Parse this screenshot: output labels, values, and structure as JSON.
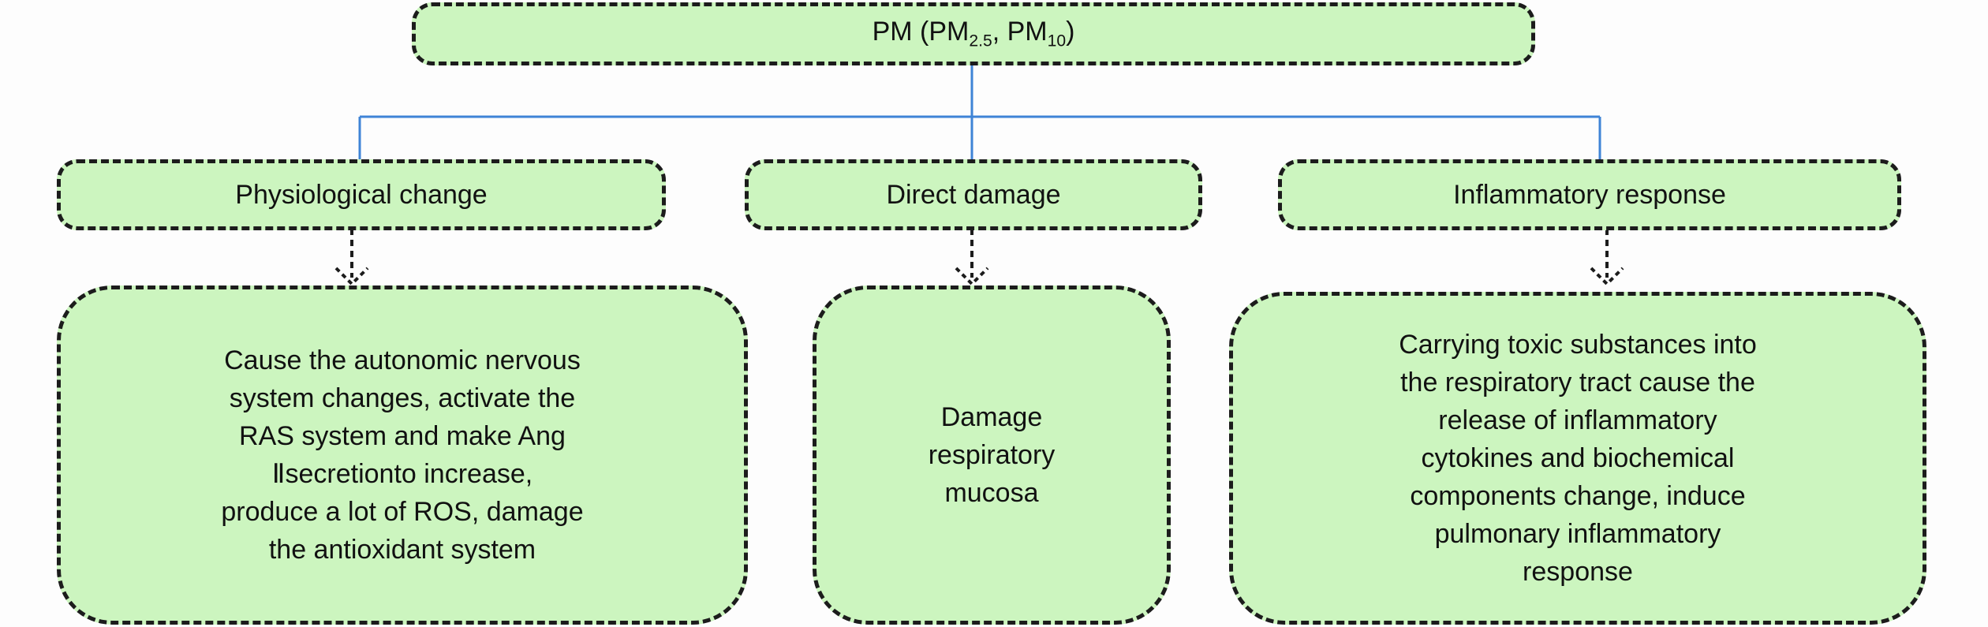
{
  "root": {
    "prefix": "PM (PM",
    "sub1": "2.5",
    "middle": ", PM",
    "sub2": "10",
    "suffix": ")"
  },
  "categories": [
    {
      "label": "Physiological change",
      "detail": [
        "Cause the autonomic nervous",
        "system changes, activate the",
        "RAS system and make Ang",
        "Ⅱsecretionto increase,",
        "produce a lot of ROS, damage",
        "the antioxidant system"
      ]
    },
    {
      "label": "Direct damage",
      "detail": [
        "Damage",
        "respiratory",
        "mucosa"
      ]
    },
    {
      "label": "Inflammatory response",
      "detail": [
        "Carrying toxic substances into",
        "the respiratory tract cause the",
        "release of inflammatory",
        "cytokines and biochemical",
        "components change, induce",
        "pulmonary inflammatory",
        "response"
      ]
    }
  ],
  "colors": {
    "box_fill": "#ccf5bf",
    "connector": "#3f84d6",
    "border": "#1c1c1c"
  }
}
